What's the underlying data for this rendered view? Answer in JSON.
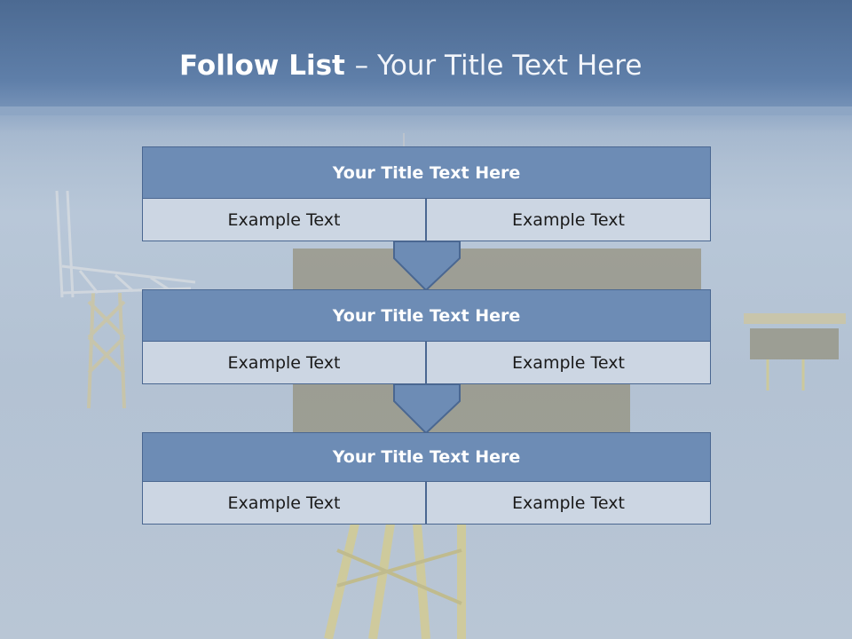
{
  "slide": {
    "title_bold": "Follow List ",
    "title_rest": " – Your Title Text Here"
  },
  "rows": [
    {
      "title": "Your Title Text Here",
      "left": "Example Text",
      "right": "Example Text"
    },
    {
      "title": "Your Title Text Here",
      "left": "Example Text",
      "right": "Example Text"
    },
    {
      "title": "Your Title Text Here",
      "left": "Example Text",
      "right": "Example Text"
    }
  ],
  "colors": {
    "header_fill": "#6d8cb5",
    "cell_fill": "#ccd6e3",
    "border": "#4a6791",
    "arrow_fill": "#6d8cb5"
  }
}
